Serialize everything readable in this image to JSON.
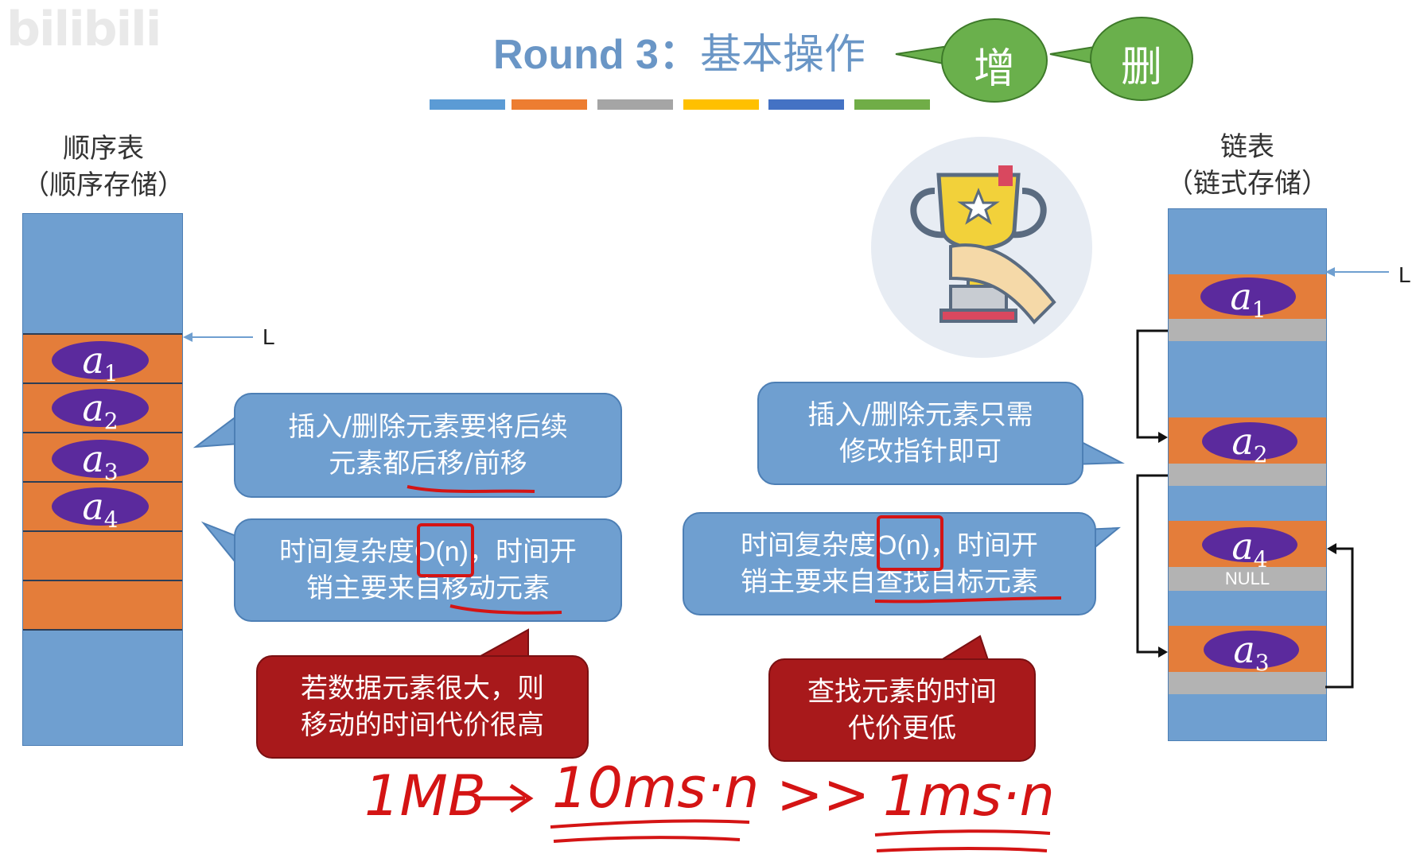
{
  "watermark": "bilibili",
  "title": {
    "prefix": "Round 3：",
    "cjk": "基本操作"
  },
  "bubbles": {
    "add": "增",
    "delete": "删"
  },
  "colors": {
    "bars": [
      "#5b9bd5",
      "#ed7d31",
      "#a5a5a5",
      "#ffc000",
      "#4472c4",
      "#70ad47"
    ],
    "blue": "#6f9fd0",
    "orange": "#e47d3a",
    "gray": "#b3b3b3",
    "purple": "#5b2a9d",
    "green": "#6ab04c",
    "red": "#a8191b",
    "handwriting": "#d41414"
  },
  "left": {
    "heading1": "顺序表",
    "heading2": "（顺序存储）",
    "pointer_label": "L",
    "elements": [
      {
        "base": "a",
        "sub": "1"
      },
      {
        "base": "a",
        "sub": "2"
      },
      {
        "base": "a",
        "sub": "3"
      },
      {
        "base": "a",
        "sub": "4"
      }
    ]
  },
  "right": {
    "heading1": "链表",
    "heading2": "（链式存储）",
    "pointer_label": "L",
    "null_label": "NULL",
    "elements": [
      {
        "base": "a",
        "sub": "1"
      },
      {
        "base": "a",
        "sub": "2"
      },
      {
        "base": "a",
        "sub": "4"
      },
      {
        "base": "a",
        "sub": "3"
      }
    ]
  },
  "callouts": {
    "left_move_line1": "插入/删除元素要将后续",
    "left_move_line2a": "元素都",
    "left_move_line2b": "后移/前移",
    "left_time_line1a": "时间复杂度",
    "left_time_o": "O(n)",
    "left_time_line1b": "，时间开",
    "left_time_line2a": "销主要来自",
    "left_time_line2b": "移动元素",
    "right_ptr_line1": "插入/删除元素只需",
    "right_ptr_line2": "修改指针即可",
    "right_time_line1a": "时间复杂度",
    "right_time_o": "O(n)",
    "right_time_line1b": "，时间开",
    "right_time_line2a": "销主要来自",
    "right_time_line2b": "查找目标元素",
    "left_red_line1": "若数据元素很大，则",
    "left_red_line2": "移动的时间代价很高",
    "right_red_line1": "查找元素的时间",
    "right_red_line2": "代价更低"
  },
  "handwriting": {
    "size": "1MB",
    "left_cost": "10ms·n",
    "compare": ">>",
    "right_cost": "1ms·n"
  },
  "icons": {
    "trophy": "trophy-icon"
  }
}
